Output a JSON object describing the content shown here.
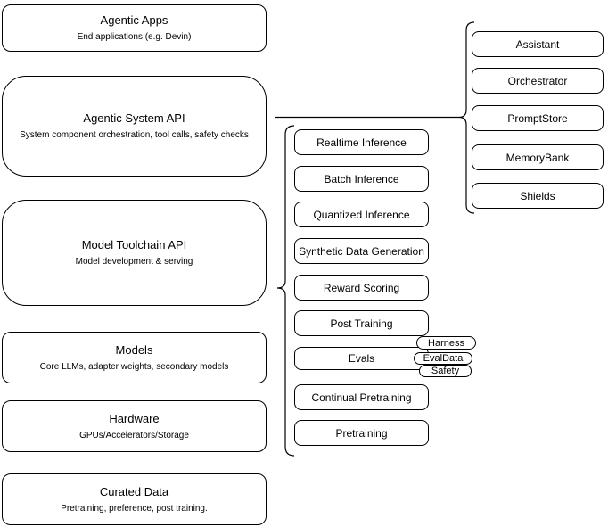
{
  "diagram": {
    "colors": {
      "background": "#ffffff",
      "stroke": "#000000",
      "text": "#000000"
    },
    "layers": [
      {
        "title": "Agentic Apps",
        "subtitle": "End applications (e.g. Devin)"
      },
      {
        "title": "Agentic System API",
        "subtitle": "System component orchestration, tool calls, safety checks"
      },
      {
        "title": "Model Toolchain API",
        "subtitle": "Model development & serving"
      },
      {
        "title": "Models",
        "subtitle": "Core LLMs, adapter weights, secondary models"
      },
      {
        "title": "Hardware",
        "subtitle": "GPUs/Accelerators/Storage"
      },
      {
        "title": "Curated Data",
        "subtitle": "Pretraining, preference, post training."
      }
    ],
    "toolchain_services": [
      "Realtime Inference",
      "Batch Inference",
      "Quantized Inference",
      "Synthetic Data Generation",
      "Reward Scoring",
      "Post Training",
      "Evals",
      "Continual Pretraining",
      "Pretraining"
    ],
    "evals_tags": [
      "Harness",
      "EvalData",
      "Safety"
    ],
    "system_components": [
      "Assistant",
      "Orchestrator",
      "PromptStore",
      "MemoryBank",
      "Shields"
    ]
  }
}
